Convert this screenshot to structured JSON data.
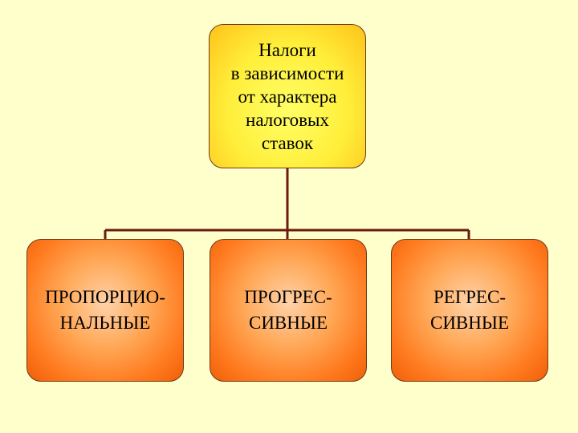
{
  "diagram": {
    "root": {
      "label": "Налоги\nв зависимости\nот характера\nналоговых\nставок"
    },
    "children": [
      {
        "label": "ПРОПОРЦИО-\nНАЛЬНЫЕ"
      },
      {
        "label": "ПРОГРЕС-\nСИВНЫЕ"
      },
      {
        "label": "РЕГРЕС-\nСИВНЫЕ"
      }
    ]
  },
  "colors": {
    "background": "#ffffcc",
    "root_fill": "#ffee3a",
    "child_fill": "#ff7a1e",
    "connector": "#6b1a10"
  }
}
